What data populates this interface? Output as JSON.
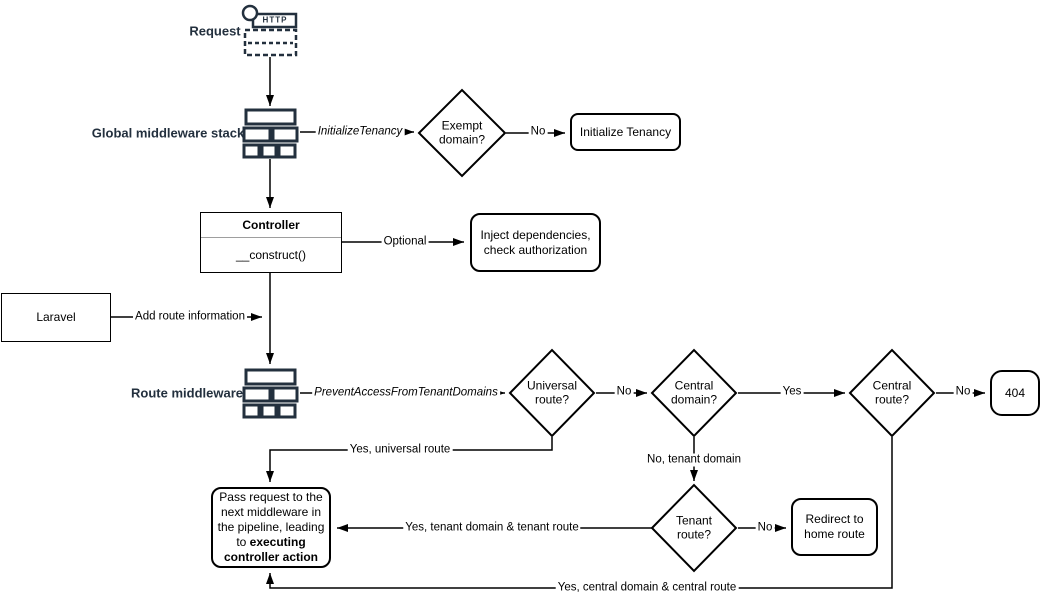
{
  "colors": {
    "navy": "#23303e",
    "line": "#000000"
  },
  "stages": {
    "request": "Request",
    "global_middleware": "Global middleware stack",
    "route_middleware": "Route middleware"
  },
  "request_icon": {
    "protocol": "HTTP"
  },
  "nodes": {
    "initialize_tenancy": "Initialize Tenancy",
    "controller_title": "Controller",
    "controller_method": "__construct()",
    "inject_dependencies": "Inject dependencies, check authorization",
    "laravel": "Laravel",
    "not_found": "404",
    "redirect_home": "Redirect to home route",
    "pass_request_text": "Pass request to the next middleware in the pipeline, leading to",
    "pass_request_emphasis": "executing controller action"
  },
  "decisions": {
    "exempt_domain": "Exempt domain?",
    "universal_route": "Universal route?",
    "central_domain": "Central domain?",
    "central_route": "Central route?",
    "tenant_route": "Tenant route?"
  },
  "edges": {
    "initialize_tenancy_middleware": "InitializeTenancy",
    "exempt_no": "No",
    "optional": "Optional",
    "add_route_information": "Add route information",
    "prevent_access": "PreventAccessFromTenantDomains",
    "universal_no": "No",
    "central_domain_yes": "Yes",
    "central_route_no": "No",
    "universal_yes": "Yes, universal route",
    "tenant_domain_no": "No, tenant domain",
    "tenant_yes": "Yes, tenant domain & tenant route",
    "tenant_route_no": "No",
    "central_yes": "Yes, central domain & central route"
  }
}
